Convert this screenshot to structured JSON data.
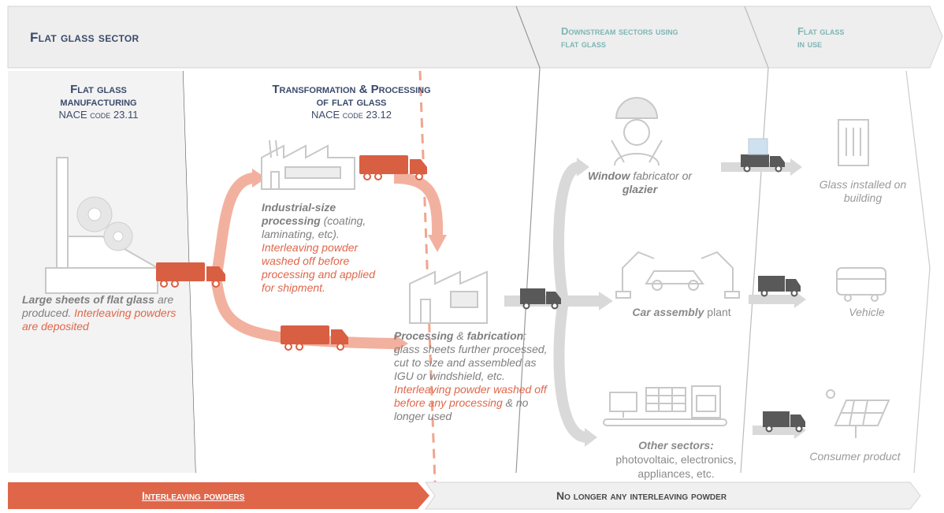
{
  "header": {
    "main": "Flat glass sector",
    "downstream": [
      "Downstream sectors using",
      "flat glass"
    ],
    "in_use": [
      "Flat glass",
      "in use"
    ]
  },
  "columns": {
    "manufacturing": {
      "title": [
        "Flat glass",
        "manufacturing"
      ],
      "code": "NACE code 23.11",
      "desc": {
        "bold": "Large sheets of flat glass",
        "plain": " are produced. ",
        "red": "Interleaving powders are deposited"
      }
    },
    "transformation": {
      "title": [
        "Transformation & Processing",
        "of flat glass"
      ],
      "code": "NACE code 23.12",
      "industrial": {
        "bold": "Industrial-size processing",
        "plain": " (coating, laminating, etc).",
        "red": "Interleaving powder washed off before processing and applied for shipment."
      },
      "fabrication": {
        "bold1": "Processing",
        "plain1": " & ",
        "bold2": "fabrication",
        "plain2": ": glass sheets further processed, cut to size and assembled as IGU or windshield, etc.",
        "red": "Interleaving powder washed off before any processing",
        "plain3": " & no longer used"
      }
    },
    "downstream": {
      "window": {
        "bold1": "Window",
        "plain": " fabricator or ",
        "bold2": "glazier"
      },
      "car": {
        "bold": "Car assembly",
        "plain": " plant"
      },
      "other": {
        "bold": "Other sectors:",
        "plain": "photovoltaic, electronics, appliances, etc."
      }
    },
    "in_use": {
      "building": "Glass installed on building",
      "vehicle": "Vehicle",
      "consumer": "Consumer product"
    }
  },
  "footer": {
    "left": "Interleaving powders",
    "right": "No longer any interleaving powder"
  },
  "colors": {
    "accent": "#e0664a",
    "navy": "#3b4a6b",
    "teal": "#7fb5b5",
    "grey": "#bfbfbf",
    "dark_truck": "#595959"
  }
}
